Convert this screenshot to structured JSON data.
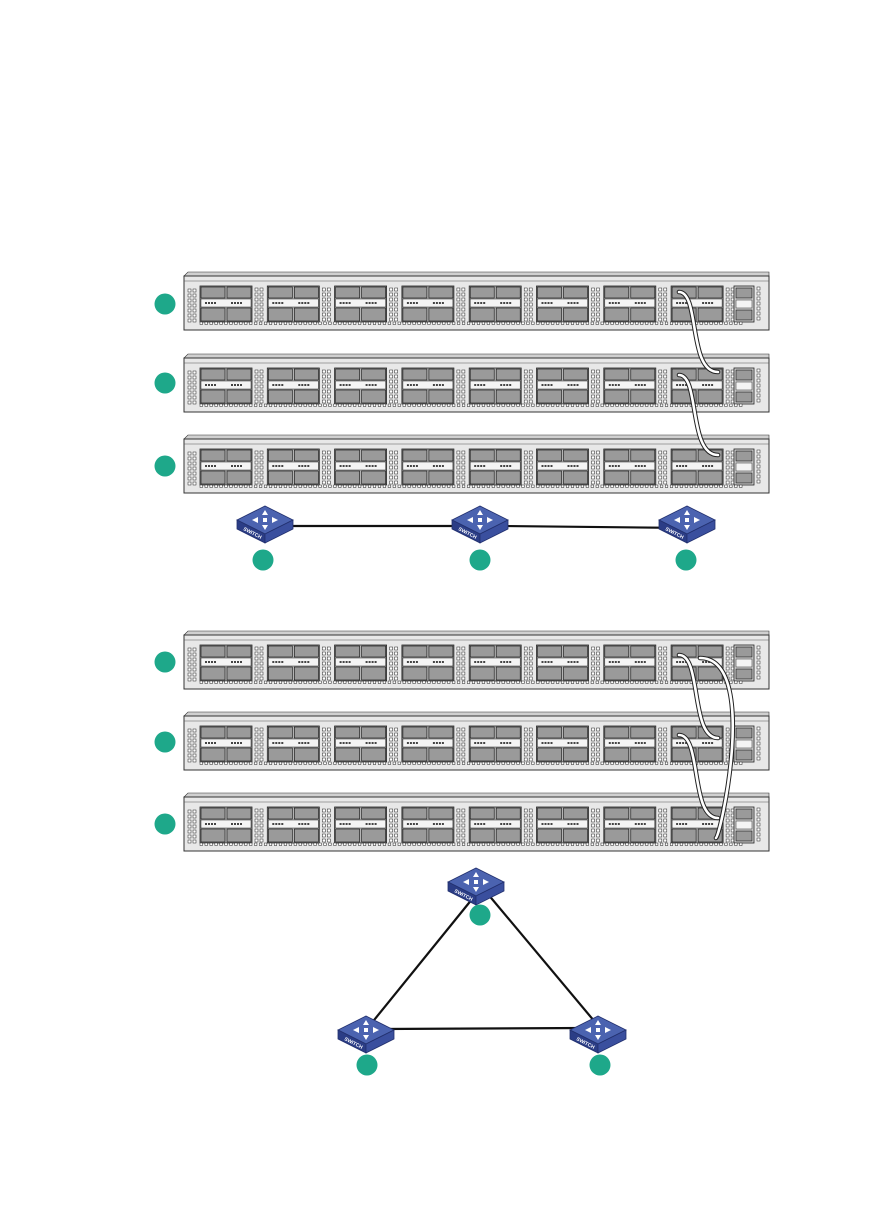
{
  "switch_label": "SWITCH",
  "colors": {
    "badge": "#1ea88a",
    "switch_body": "#4b63b0",
    "chassis": "#e8e8e8",
    "cable": "#ffffff"
  },
  "topologies": [
    {
      "name": "daisy-chain",
      "devices": 3,
      "links": [
        [
          0,
          1
        ],
        [
          1,
          2
        ]
      ]
    },
    {
      "name": "ring",
      "devices": 3,
      "links": [
        [
          0,
          1
        ],
        [
          1,
          2
        ],
        [
          2,
          0
        ]
      ]
    }
  ]
}
